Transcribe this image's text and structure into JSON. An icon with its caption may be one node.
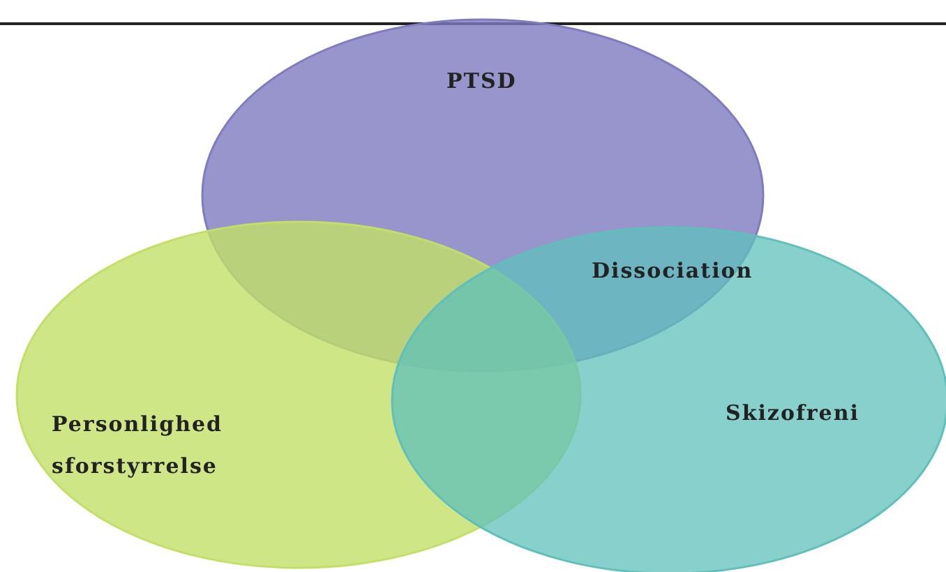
{
  "diagram": {
    "nodes": [
      {
        "text": [
          "PTSD"
        ]
      },
      {
        "text": [
          "Personlighed sforstyrrelse"
        ]
      },
      {
        "text": [
          "Skizofreni"
        ]
      }
    ],
    "labels": [
      "Dissociation"
    ]
  }
}
